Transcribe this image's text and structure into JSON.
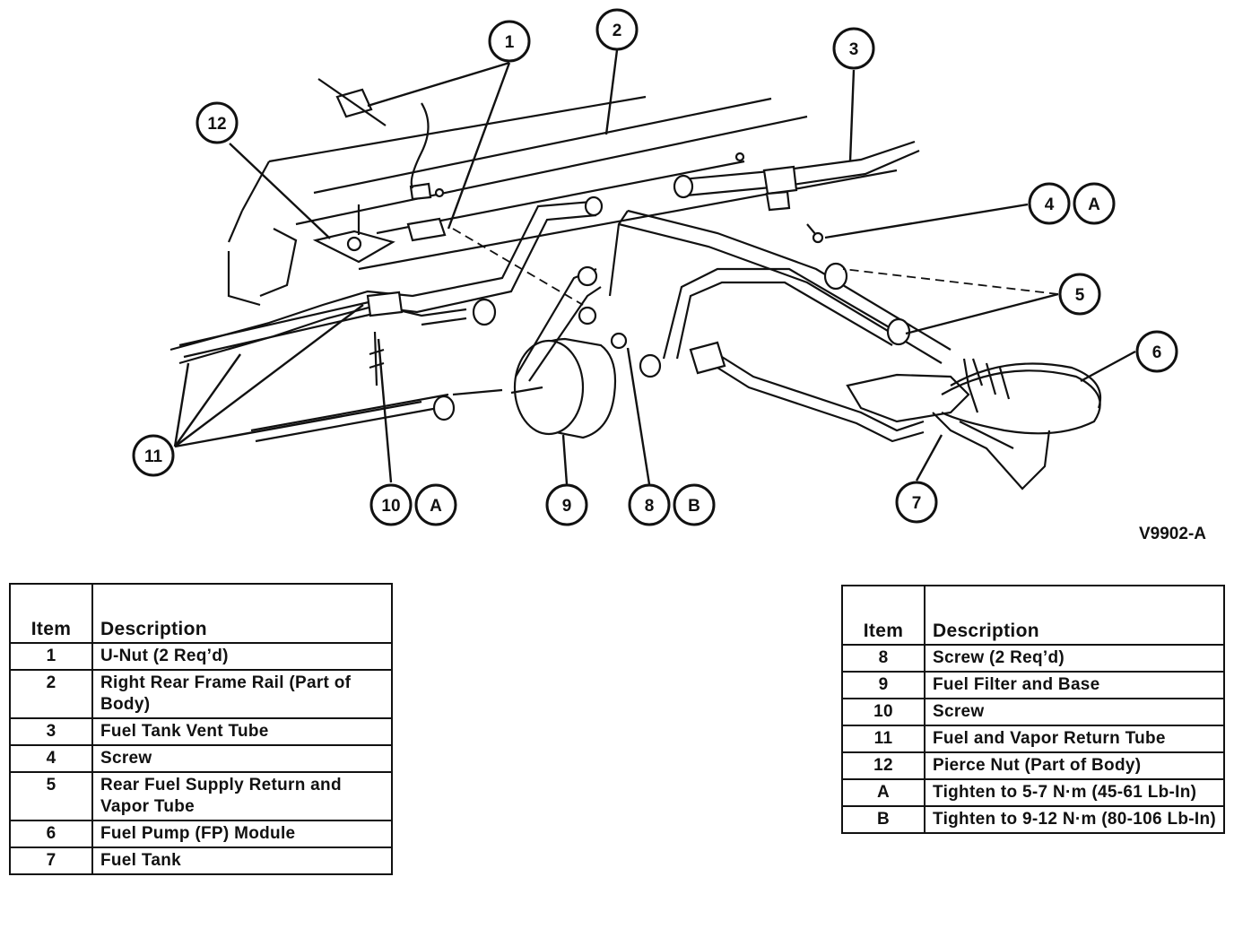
{
  "figure_id": "V9902-A",
  "callouts": [
    {
      "label": "1"
    },
    {
      "label": "2"
    },
    {
      "label": "3"
    },
    {
      "label": "4"
    },
    {
      "label": "A"
    },
    {
      "label": "5"
    },
    {
      "label": "6"
    },
    {
      "label": "7"
    },
    {
      "label": "8"
    },
    {
      "label": "B"
    },
    {
      "label": "9"
    },
    {
      "label": "10"
    },
    {
      "label": "A"
    },
    {
      "label": "11"
    },
    {
      "label": "12"
    }
  ],
  "legend_left": {
    "header_item": "Item",
    "header_description": "Description",
    "rows": [
      {
        "item": "1",
        "description": "U-Nut (2 Req’d)"
      },
      {
        "item": "2",
        "description": "Right Rear Frame Rail (Part of Body)"
      },
      {
        "item": "3",
        "description": "Fuel Tank Vent Tube"
      },
      {
        "item": "4",
        "description": "Screw"
      },
      {
        "item": "5",
        "description": "Rear Fuel Supply Return and Vapor Tube"
      },
      {
        "item": "6",
        "description": "Fuel Pump (FP) Module"
      },
      {
        "item": "7",
        "description": "Fuel Tank"
      }
    ]
  },
  "legend_right": {
    "header_item": "Item",
    "header_description": "Description",
    "rows": [
      {
        "item": "8",
        "description": "Screw (2 Req’d)"
      },
      {
        "item": "9",
        "description": "Fuel Filter and Base"
      },
      {
        "item": "10",
        "description": "Screw"
      },
      {
        "item": "11",
        "description": "Fuel and Vapor Return Tube"
      },
      {
        "item": "12",
        "description": "Pierce Nut (Part of Body)"
      },
      {
        "item": "A",
        "description": "Tighten to 5-7 N·m (45-61 Lb-In)"
      },
      {
        "item": "B",
        "description": "Tighten to 9-12 N·m (80-106 Lb-In)"
      }
    ]
  }
}
